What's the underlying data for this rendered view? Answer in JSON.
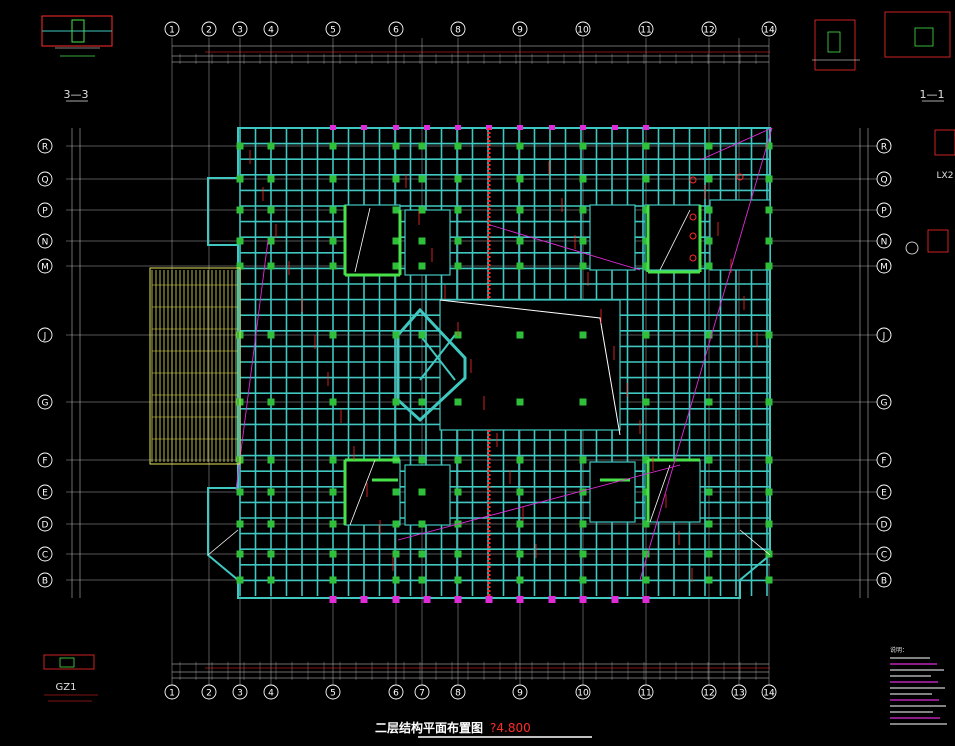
{
  "drawing": {
    "title": "二层结构平面布置图",
    "elevation": "?4.800",
    "colors": {
      "background": "#000000",
      "grid_line": "#d8d8d8",
      "beam": "#3fc7c0",
      "column": "#2fbf3a",
      "wall": "#49e14a",
      "annotation_red": "#ff2b2b",
      "annotation_magenta": "#e02bd8",
      "stair": "#e3e35a",
      "bubble": "#ffffff"
    }
  },
  "axes": {
    "top_numbers": [
      "1",
      "2",
      "3",
      "4",
      "5",
      "6",
      "8",
      "9",
      "10",
      "11",
      "12",
      "14"
    ],
    "bottom_numbers": [
      "1",
      "2",
      "3",
      "4",
      "5",
      "6",
      "7",
      "8",
      "9",
      "10",
      "11",
      "12",
      "13",
      "14"
    ],
    "left_letters": [
      "R",
      "Q",
      "P",
      "N",
      "M",
      "J",
      "G",
      "F",
      "E",
      "D",
      "C",
      "B"
    ],
    "right_letters": [
      "R",
      "Q",
      "P",
      "N",
      "M",
      "J",
      "G",
      "F",
      "E",
      "D",
      "C",
      "B"
    ]
  },
  "details": {
    "section_3": "3—3",
    "section_1": "1—1",
    "gz1": "GZ1",
    "lx": "LX2",
    "notes_title": "说明："
  }
}
